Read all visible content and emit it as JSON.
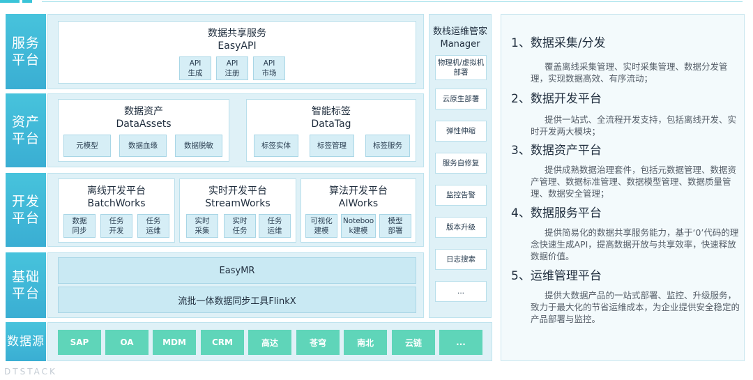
{
  "layers": {
    "service": {
      "label": "服务\n平台",
      "box": {
        "title": "数据共享服务",
        "sub": "EasyAPI",
        "chips": [
          "API\n生成",
          "API\n注册",
          "API\n市场"
        ]
      }
    },
    "asset": {
      "label": "资产\n平台",
      "box_a": {
        "title": "数据资产",
        "sub": "DataAssets",
        "chips": [
          "元模型",
          "数据血缘",
          "数据脱敏"
        ]
      },
      "box_b": {
        "title": "智能标签",
        "sub": "DataTag",
        "chips": [
          "标签实体",
          "标签管理",
          "标签服务"
        ]
      }
    },
    "dev": {
      "label": "开发\n平台",
      "box_a": {
        "title": "离线开发平台",
        "sub": "BatchWorks",
        "chips": [
          "数据\n同步",
          "任务\n开发",
          "任务\n运维"
        ]
      },
      "box_b": {
        "title": "实时开发平台",
        "sub": "StreamWorks",
        "chips": [
          "实时\n采集",
          "实时\n任务",
          "任务\n运维"
        ]
      },
      "box_c": {
        "title": "算法开发平台",
        "sub": "AIWorks",
        "chips": [
          "可视化\n建模",
          "Noteboo\nk建模",
          "模型\n部署"
        ]
      }
    },
    "base": {
      "label": "基础\n平台",
      "bar1": "EasyMR",
      "bar2": "流批一体数据同步工具FlinkX"
    },
    "source": {
      "label": "数据源",
      "items": [
        "SAP",
        "OA",
        "MDM",
        "CRM",
        "高达",
        "苍穹",
        "南北",
        "云链",
        "..."
      ]
    }
  },
  "manager": {
    "title": "数栈运维管家",
    "sub": "Manager",
    "items": [
      "物理机/虚拟机\n部署",
      "云原生部署",
      "弹性伸缩",
      "服务自修复",
      "监控告警",
      "版本升级",
      "日志搜索",
      "..."
    ]
  },
  "descriptions": [
    {
      "heading": "1、数据采集/分发",
      "text": "覆盖离线采集管理、实时采集管理、数据分发管理，实现数据高效、有序流动；"
    },
    {
      "heading": "2、数据开发平台",
      "text": "提供一站式、全流程开发支持，包括离线开发、实时开发两大模块；"
    },
    {
      "heading": "3、数据资产平台",
      "text": "提供成熟数据治理套件，包括元数据管理、数据资产管理、数据标准管理、数据模型管理、数据质量管理、数据安全管理；"
    },
    {
      "heading": "4、数据服务平台",
      "text": "提供简易化的数据共享服务能力，基于‘0’代码的理念快速生成API，提高数据开放与共享效率，快速释放数据价值。"
    },
    {
      "heading": "5、运维管理平台",
      "text": "提供大数据产品的一站式部署、监控、升级服务，致力于最大化的节省运维成本，为企业提供安全稳定的产品部署与监控。"
    }
  ],
  "brand": "DTSTACK",
  "colors": {
    "label_bg": "#3aaed3",
    "row_bg": "#dff1f7",
    "chip_bg": "#d6eef6",
    "source_chip": "#5fd5b9"
  }
}
